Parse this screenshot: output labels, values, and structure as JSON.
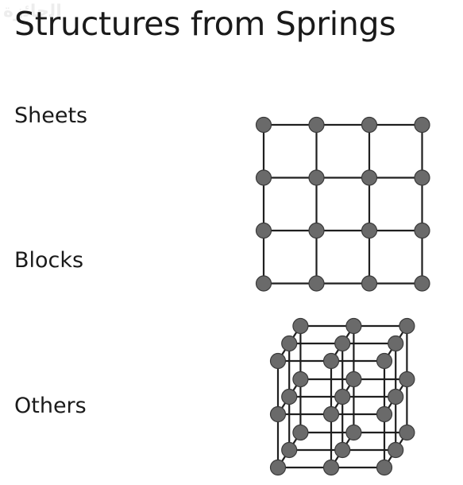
{
  "slide": {
    "title": "Structures from Springs",
    "watermark": "ﺍﻟﺟﺎﺋﺯﺓ"
  },
  "sections": [
    {
      "key": "sheets",
      "label": "Sheets"
    },
    {
      "key": "blocks",
      "label": "Blocks"
    },
    {
      "key": "others",
      "label": "Others"
    }
  ],
  "colors": {
    "mass_fill": "#6a6a6a",
    "spring_stroke": "#1f1f1f",
    "background": "#ffffff"
  },
  "grid_sheet": {
    "rows": 4,
    "cols": 4
  },
  "cube_block": {
    "nodes_per_edge": 3
  }
}
